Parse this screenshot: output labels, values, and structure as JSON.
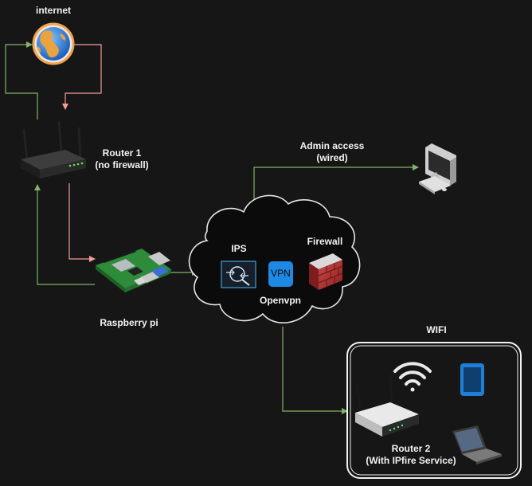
{
  "nodes": {
    "internet": {
      "label": "internet"
    },
    "router1": {
      "label_line1": "Router 1",
      "label_line2": "(no firewall)"
    },
    "raspberry": {
      "label": "Raspberry pi"
    },
    "admin": {
      "label_line1": "Admin access",
      "label_line2": "(wired)"
    },
    "cloud": {
      "ips_label": "IPS",
      "firewall_label": "Firewall",
      "vpn_badge": "VPN",
      "openvpn_label": "Openvpn"
    },
    "wifi_group": {
      "title": "WIFI",
      "router2_line1": "Router 2",
      "router2_line2": "(With IPfire Service)"
    }
  },
  "colors": {
    "background": "#161616",
    "green_link": "#82b366",
    "red_link": "#f19c99",
    "text": "#f2f2f2",
    "vpn_badge": "#1e88e5",
    "tablet": "#1f7fd6"
  }
}
